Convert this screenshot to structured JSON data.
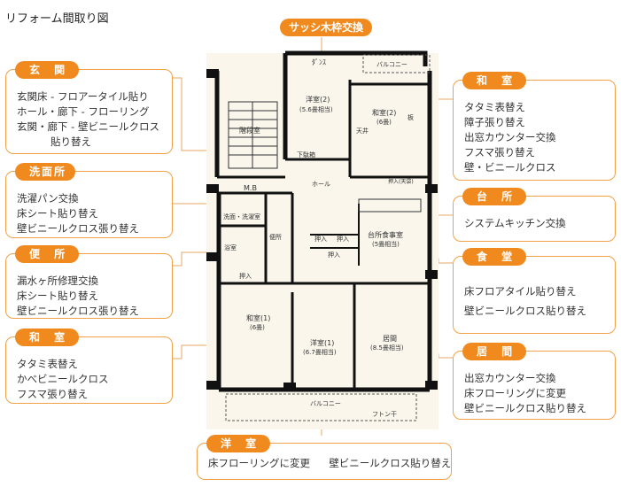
{
  "page_title": "リフォーム間取り図",
  "top_label": "サッシ木枠交換",
  "callouts": {
    "genkan": {
      "title": "玄 関",
      "items": [
        "玄関床 - フロアータイル貼り",
        "ホール・廊下 - フローリング",
        "玄関・廊下 - 壁ビニールクロス",
        "貼り替え"
      ]
    },
    "senmenjo": {
      "title": "洗面所",
      "items": [
        "洗濯パン交換",
        "床シート貼り替え",
        "壁ビニールクロス張り替え"
      ]
    },
    "benjo": {
      "title": "便 所",
      "items": [
        "漏水ヶ所修理交換",
        "床シート貼り替え",
        "壁ビニールクロス張り替え"
      ]
    },
    "washitsu_left": {
      "title": "和 室",
      "items": [
        "タタミ表替え",
        "かべビニールクロス",
        "フスマ張り替え"
      ]
    },
    "washitsu_right": {
      "title": "和 室",
      "items": [
        "タタミ表替え",
        "障子張り替え",
        "出窓カウンター交換",
        "フスマ張り替え",
        "壁・ビニールクロス"
      ]
    },
    "daidokoro": {
      "title": "台 所",
      "items": [
        "システムキッチン交換"
      ]
    },
    "shokudo": {
      "title": "食 堂",
      "items": [
        "床フロアタイル貼り替え",
        "壁ビニールクロス貼り替え"
      ]
    },
    "ima": {
      "title": "居 間",
      "items": [
        "出窓カウンター交換",
        "床フローリングに変更",
        "壁ビニールクロス貼り替え"
      ]
    },
    "yoshitsu": {
      "title": "洋 室",
      "items": [
        "床フローリングに変更",
        "壁ビニールクロス貼り替え"
      ]
    }
  },
  "plan_labels": {
    "dansu": "ﾀﾞﾝｽ",
    "balcony_top": "バルコニー",
    "yoshitsu2": "洋室(2)",
    "yoshitsu2_size": "(5.6畳相当)",
    "washitsu2": "和室(2)",
    "washitsu2_size": "(6畳)",
    "ita": "板",
    "tenjo": "天井",
    "kaidan": "階段室",
    "gekabako": "下駄箱",
    "hall": "ホール",
    "oshiire": "押入",
    "oshiire_ten": "押入(天袋)",
    "mb": "M.B",
    "senmen": "洗面・洗濯室",
    "yokushitsu": "浴室",
    "benjo": "便所",
    "kitchen": "台所食事室",
    "kitchen_size": "(5畳相当)",
    "washitsu1": "和室(1)",
    "washitsu1_size": "(6畳)",
    "yoshitsu1": "洋室(1)",
    "yoshitsu1_size": "(6.7畳相当)",
    "ima": "居間",
    "ima_size": "(8.5畳相当)",
    "balcony_bottom": "バルコニー",
    "futon": "フトン干"
  }
}
